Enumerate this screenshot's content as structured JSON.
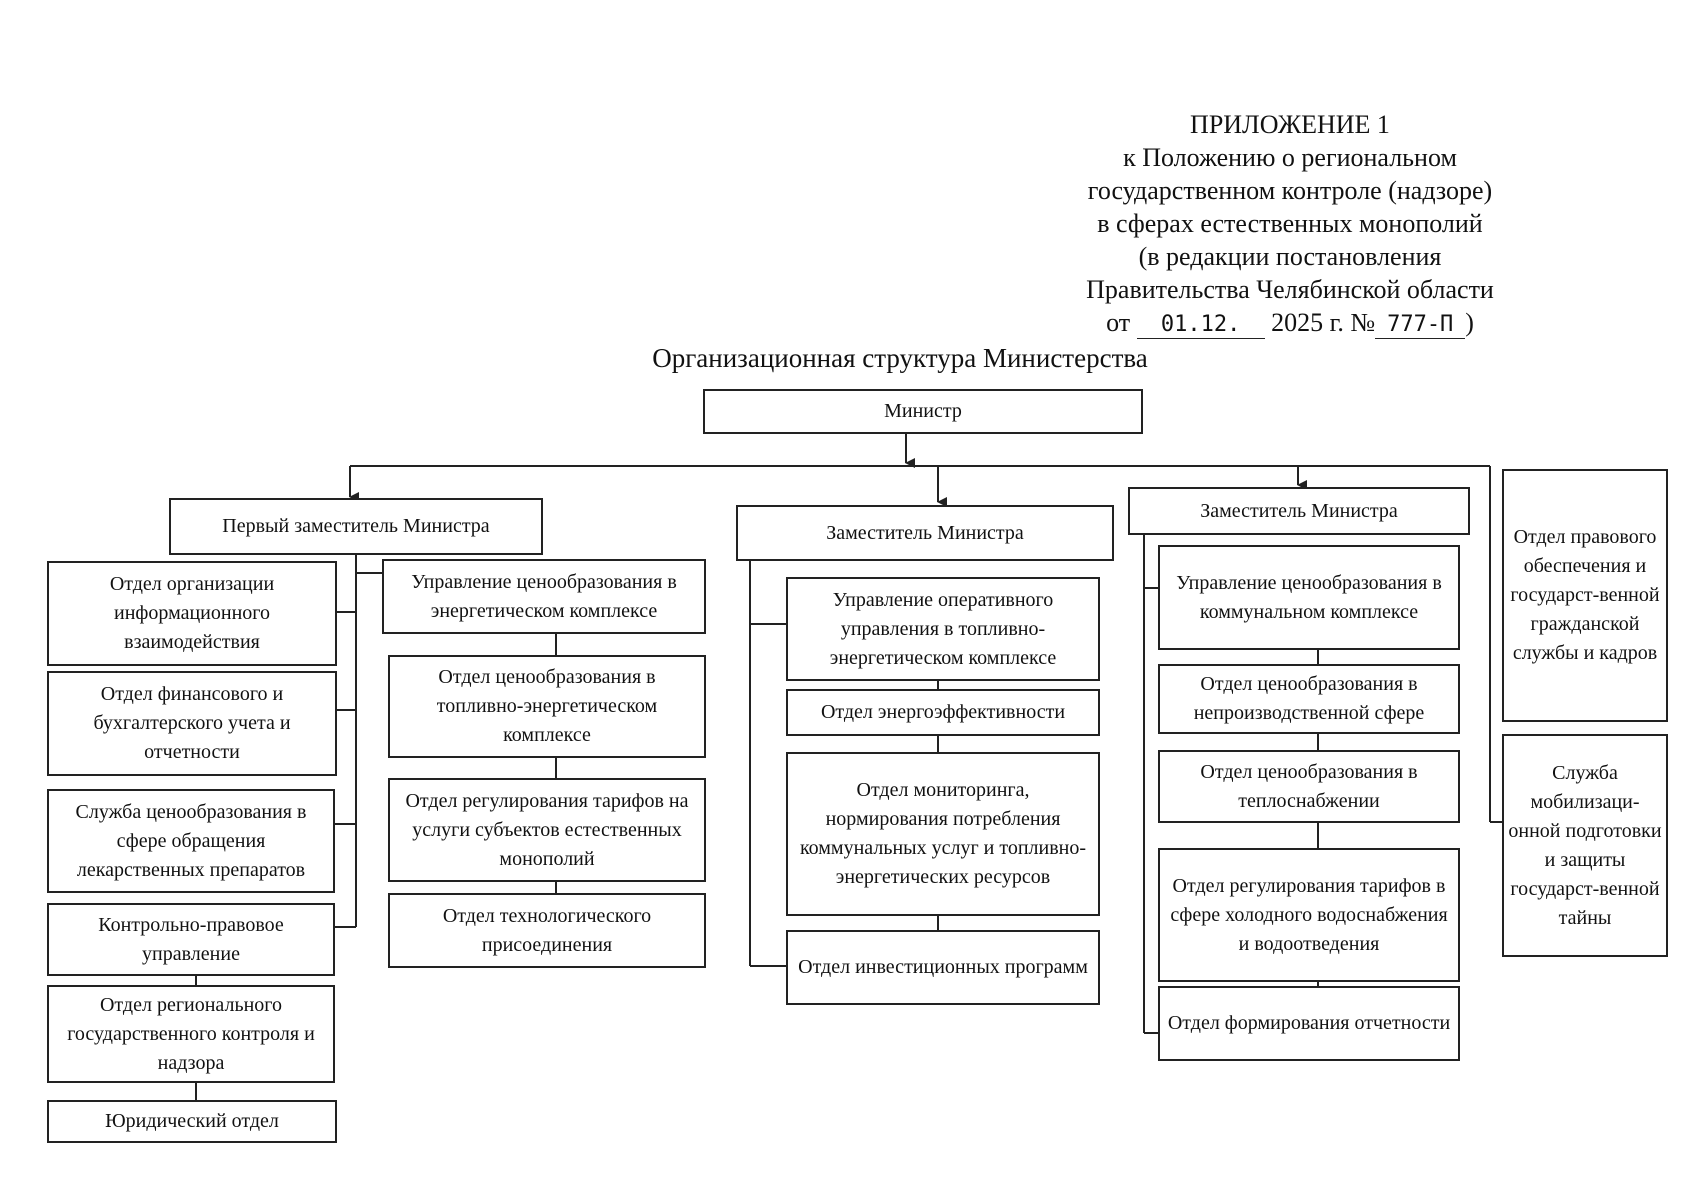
{
  "header": {
    "lines": [
      "ПРИЛОЖЕНИЕ 1",
      "к Положению о региональном",
      "государственном контроле (надзоре)",
      "в сферах естественных монополий",
      "(в редакции постановления",
      "Правительства Челябинской области"
    ],
    "date_prefix": "от",
    "date_value": "01.12.",
    "date_suffix": "2025 г. №",
    "number_value": "777-П",
    "closing": ")"
  },
  "title": "Организационная структура Министерства",
  "boxes": {
    "minister": "Министр",
    "first_deputy": "Первый заместитель Министра",
    "deputy_center": "Заместитель Министра",
    "deputy_right": "Заместитель Министра",
    "l1": "Отдел организации информационного взаимодействия",
    "l2": "Отдел финансового и бухгалтерского учета и отчетности",
    "l3": "Служба ценообразования в сфере обращения лекарственных препаратов",
    "l4": "Контрольно-правовое управление",
    "l5": "Отдел регионального государственного контроля и надзора",
    "l6": "Юридический отдел",
    "e1": "Управление ценообразования в энергетическом комплексе",
    "e2": "Отдел ценообразования в топливно-энергетическом комплексе",
    "e3": "Отдел регулирования тарифов на услуги субъектов естественных монополий",
    "e4": "Отдел технологического присоединения",
    "c1": "Управление оперативного управления в топливно-энергетическом комплексе",
    "c2": "Отдел энергоэффективности",
    "c3": "Отдел мониторинга, нормирования потребления коммунальных услуг и топливно-энергетических ресурсов",
    "c4": "Отдел инвестиционных программ",
    "r1": "Управление ценообразования в коммунальном комплексе",
    "r2": "Отдел ценообразования в непроизводственной сфере",
    "r3": "Отдел ценообразования в теплоснабжении",
    "r4": "Отдел регулирования тарифов в сфере холодного водоснабжения и водоотведения",
    "r5": "Отдел формирования отчетности",
    "s1": "Отдел правового обеспечения и государст-венной гражданской службы и кадров",
    "s2": "Служба мобилизаци-онной подготовки и защиты государст-венной тайны"
  }
}
